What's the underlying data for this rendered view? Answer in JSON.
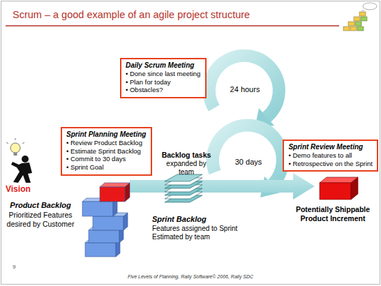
{
  "diagram": {
    "title": "Scrum – a good example of an agile project structure",
    "nodes": [
      {
        "text": [
          "Daily Scrum Meeting",
          "• Done since last meeting",
          "• Plan for today",
          "• Obstacles?"
        ]
      },
      {
        "text": [
          "Sprint Planning Meeting",
          "• Review Product Backlog",
          "• Estimate Sprint Backlog",
          "• Commit to 30 days",
          "• Sprint Goal"
        ]
      },
      {
        "text": [
          "Sprint Review Meeting",
          "• Demo features to all",
          "• Retrospective on the Sprint"
        ]
      }
    ],
    "labels": [
      "24 hours",
      "30 days",
      "Backlog tasks",
      "expanded by team",
      "Vision",
      "Product Backlog",
      "Prioritized Features desired by Customer",
      "Sprint Backlog",
      "Features assigned to Sprint Estimated by team",
      "Potentially Shippable Product Increment",
      "9",
      "Five Levels of Planning, Rally Software© 2006, Rally SDC"
    ]
  }
}
